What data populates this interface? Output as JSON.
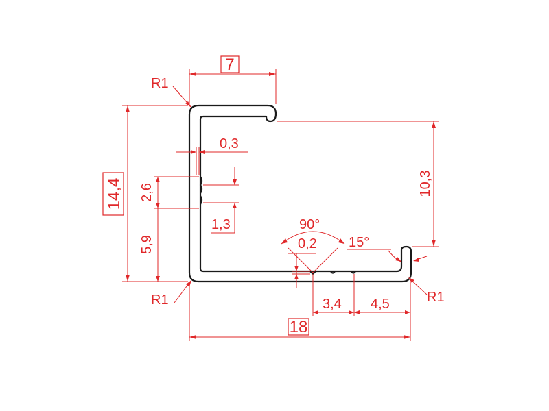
{
  "dimensions": {
    "top_width": "7",
    "radius_top_left": "R1",
    "groove_depth": "0,3",
    "groove_spacing": "2,6",
    "groove_offset": "1,3",
    "lower_height": "5,9",
    "total_height": "14,4",
    "radius_bottom_left": "R1",
    "angle_v": "90°",
    "v_depth": "0,2",
    "angle_lip": "15°",
    "right_height": "10,3",
    "segment_a": "3,4",
    "segment_b": "4,5",
    "total_width": "18",
    "radius_bottom_right": "R1"
  },
  "colors": {
    "dimension": "#e0282a",
    "profile": "#1a1a1a",
    "background": "#ffffff"
  }
}
